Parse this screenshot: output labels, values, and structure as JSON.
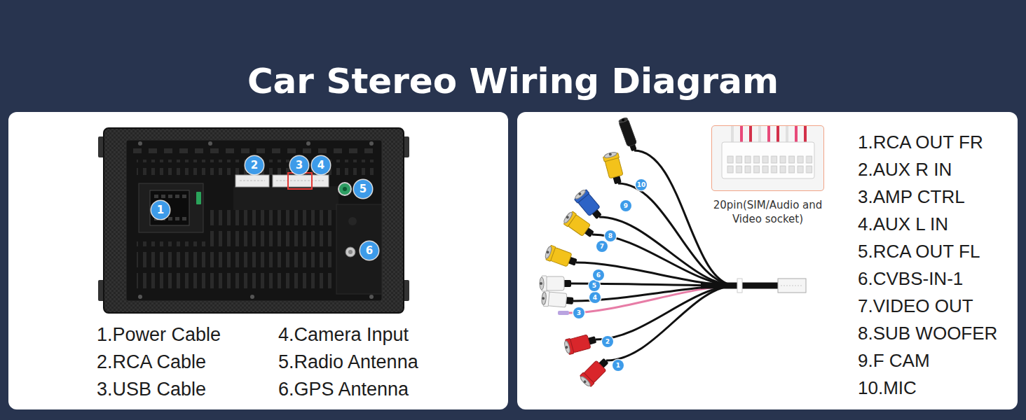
{
  "diagram": {
    "title": "Car Stereo Wiring Diagram",
    "nodes": [
      {
        "text": [
          "20pin(SIM/Audio and Video socket)"
        ]
      }
    ],
    "labels": [
      "1",
      "2",
      "3",
      "4",
      "5",
      "6",
      "1.Power Cable",
      "2.RCA Cable",
      "3.USB Cable",
      "4.Camera Input",
      "5.Radio Antenna",
      "6.GPS Antenna",
      "1",
      "2",
      "3",
      "4",
      "5",
      "6",
      "7",
      "8",
      "9",
      "10",
      "1.RCA OUT FR",
      "2.AUX R IN",
      "3.AMP CTRL",
      "4.AUX L IN",
      "5.RCA OUT FL",
      "6.CVBS-IN-1",
      "7.VIDEO OUT",
      "8.SUB WOOFER",
      "9.F CAM",
      "10.MIC"
    ]
  }
}
